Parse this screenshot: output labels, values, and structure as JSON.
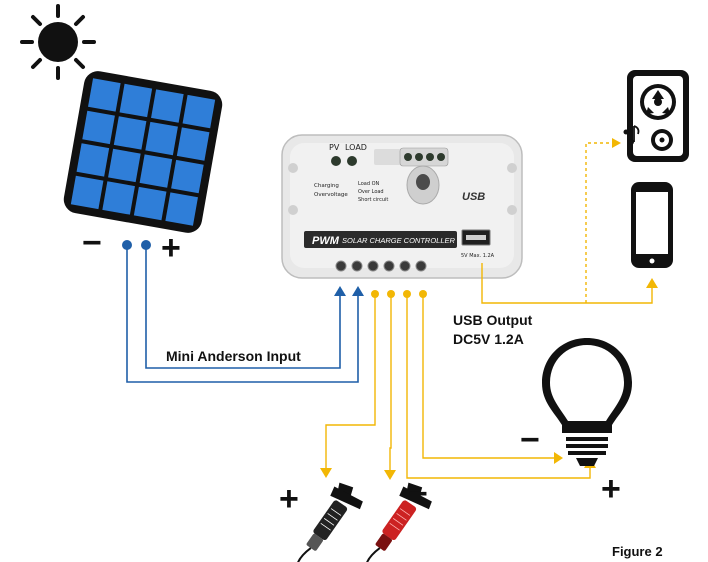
{
  "figure": {
    "caption": "Figure 2",
    "colors": {
      "solar_wire": "#1f5fa8",
      "output_wire": "#f2b705",
      "panel_cell": "#2f7ed8",
      "panel_frame": "#111111",
      "controller_body": "#e6e6e6",
      "clamp_red": "#cc2222"
    }
  },
  "labels": {
    "input": "Mini Anderson Input",
    "usb_line1": "USB Output",
    "usb_line2": "DC5V 1.2A"
  },
  "signs": {
    "panel_minus": "−",
    "panel_plus": "+",
    "bulb_minus": "−",
    "bulb_plus": "+",
    "battery_plus": "+",
    "battery_minus": "−"
  },
  "controller": {
    "pv": "PV",
    "load": "LOAD",
    "brand": "PWM",
    "subtitle": "SOLAR CHARGE CONTROLLER",
    "usb_logo": "USB",
    "usb_rating": "5V  Max. 1.2A",
    "status": [
      "Charging",
      "Overvoltage"
    ],
    "load_status": [
      "Load ON",
      "Over Load",
      "Short circuit"
    ]
  },
  "icons": [
    "sun-icon",
    "solar-panel-icon",
    "speaker-icon",
    "smartphone-icon",
    "light-bulb-icon",
    "battery-clamp-icon"
  ]
}
